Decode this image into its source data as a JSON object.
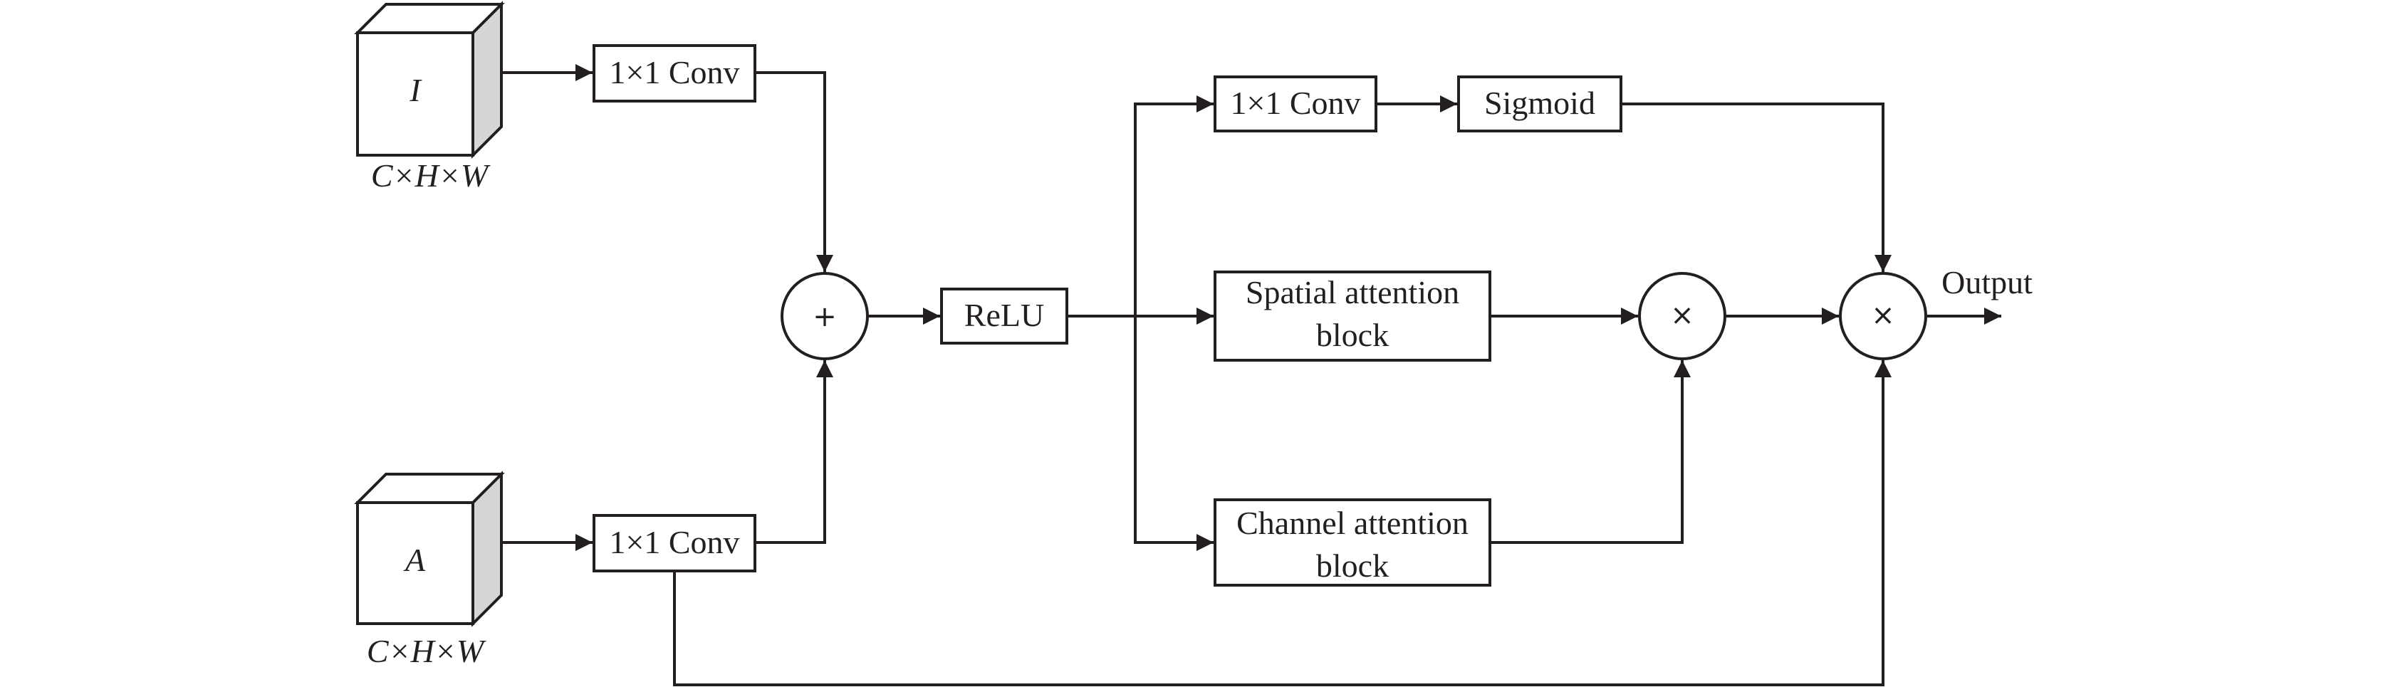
{
  "inputs": {
    "i": {
      "symbol": "I",
      "dims": "C×H×W"
    },
    "a": {
      "symbol": "A",
      "dims": "C×H×W"
    }
  },
  "blocks": {
    "conv_i": "1×1 Conv",
    "conv_a": "1×1 Conv",
    "relu": "ReLU",
    "conv_top": "1×1 Conv",
    "sigmoid": "Sigmoid",
    "spatial": [
      "Spatial attention",
      "block"
    ],
    "channel": [
      "Channel attention",
      "block"
    ]
  },
  "operators": {
    "add": "+",
    "mul_inner": "×",
    "mul_outer": "×"
  },
  "output_label": "Output"
}
